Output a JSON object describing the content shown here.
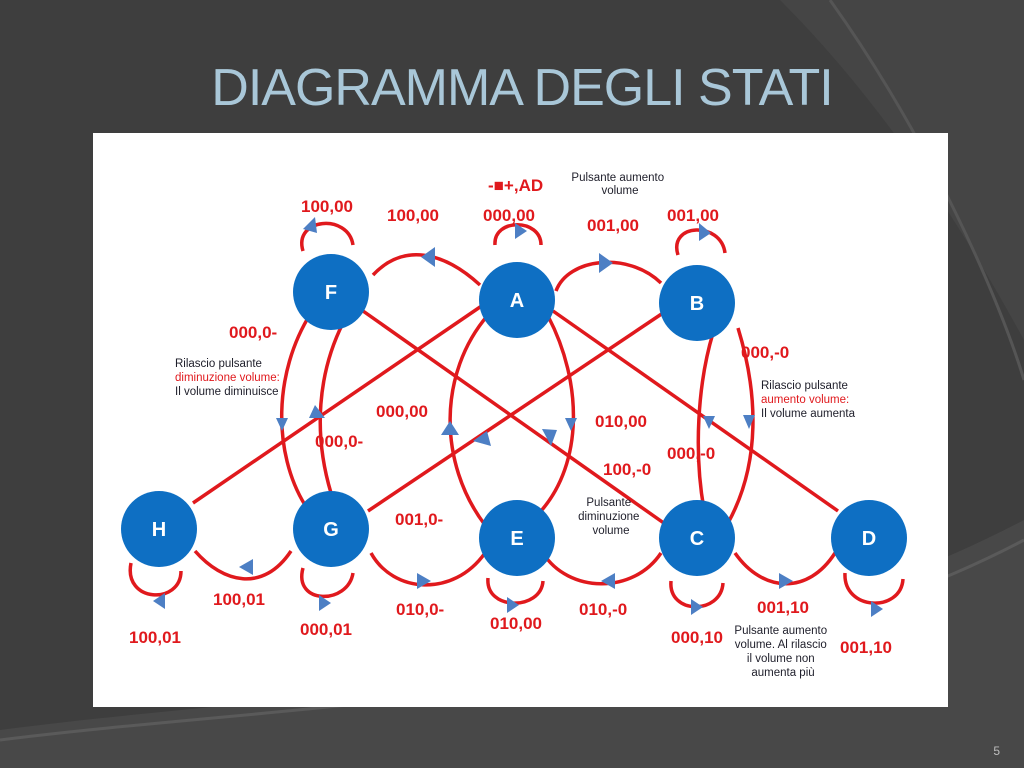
{
  "slide": {
    "title": "DIAGRAMMA DEGLI STATI",
    "page_number": "5"
  },
  "colors": {
    "background": "#3e3e3e",
    "title": "#a9c7d8",
    "node_fill": "#0e6fc3",
    "edge": "#e0191d",
    "arrowhead": "#4d7fc4",
    "panel": "#ffffff"
  },
  "diagram": {
    "nodes": [
      "F",
      "A",
      "B",
      "H",
      "G",
      "E",
      "C",
      "D"
    ],
    "header_label": "-■+,AD",
    "edge_labels": {
      "f_self": "100,00",
      "a_to_f": "100,00",
      "a_self": "000,00",
      "a_to_b": "001,00",
      "b_self": "001,00",
      "f_to_g": "000,0-",
      "b_to_c": "000,-0",
      "g_to_f": "000,0-",
      "e_to_a": "000,00",
      "a_to_e": "010,00",
      "c_to_b": "000,-0",
      "f_to_c": "100,-0",
      "g_to_e": "001,0-",
      "g_to_h": "100,01",
      "h_self": "100,01",
      "g_self": "000,01",
      "g_to_e_bottom": "010,0-",
      "e_self": "010,00",
      "e_to_c": "010,-0",
      "c_self": "000,10",
      "c_to_d": "001,10",
      "d_self": "001,10"
    },
    "notes": {
      "aumento_top": [
        "Pulsante aumento",
        "volume"
      ],
      "rilascio_dim": [
        "Rilascio pulsante",
        "diminuzione volume:",
        "Il volume diminuisce"
      ],
      "rilascio_aum": [
        "Rilascio pulsante",
        "aumento volume:",
        "Il volume aumenta"
      ],
      "diminuzione": [
        "Pulsante",
        "diminuzione",
        "volume"
      ],
      "aumento_bottom": [
        "Pulsante aumento",
        "volume. Al rilascio",
        "il volume non",
        "aumenta più"
      ]
    }
  }
}
